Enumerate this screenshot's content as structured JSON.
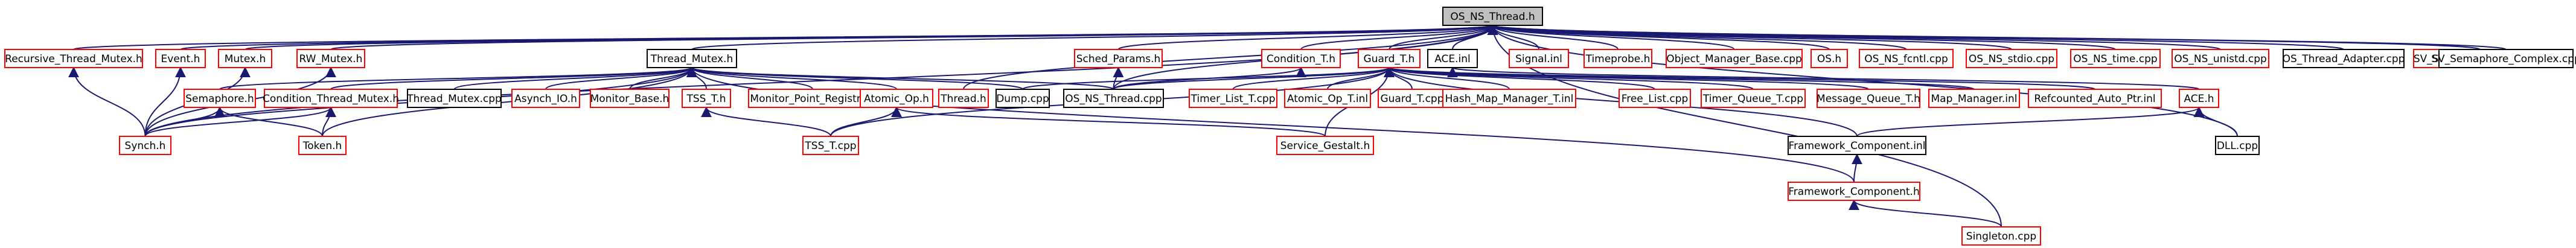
{
  "colors": {
    "edge": "#191970",
    "border_documented": "#ff0000",
    "border_undocumented": "#000000",
    "focus_fill": "#bfbfbf",
    "node_fill": "#ffffff"
  },
  "nodes": [
    {
      "id": "os_ns_thread_h",
      "label": "OS_NS_Thread.h",
      "style": "focus"
    },
    {
      "id": "recursive_thread_mutex_h",
      "label": "Recursive_Thread_Mutex.h",
      "style": "red"
    },
    {
      "id": "event_h",
      "label": "Event.h",
      "style": "red"
    },
    {
      "id": "mutex_h",
      "label": "Mutex.h",
      "style": "red"
    },
    {
      "id": "rw_mutex_h",
      "label": "RW_Mutex.h",
      "style": "red"
    },
    {
      "id": "thread_mutex_h",
      "label": "Thread_Mutex.h",
      "style": "black"
    },
    {
      "id": "sched_params_h",
      "label": "Sched_Params.h",
      "style": "red"
    },
    {
      "id": "condition_t_h",
      "label": "Condition_T.h",
      "style": "red"
    },
    {
      "id": "guard_t_h",
      "label": "Guard_T.h",
      "style": "red"
    },
    {
      "id": "ace_inl",
      "label": "ACE.inl",
      "style": "black"
    },
    {
      "id": "signal_inl",
      "label": "Signal.inl",
      "style": "red"
    },
    {
      "id": "timeprobe_h",
      "label": "Timeprobe.h",
      "style": "red"
    },
    {
      "id": "object_manager_base_cpp",
      "label": "Object_Manager_Base.cpp",
      "style": "red"
    },
    {
      "id": "os_h",
      "label": "OS.h",
      "style": "red"
    },
    {
      "id": "os_ns_fcntl_cpp",
      "label": "OS_NS_fcntl.cpp",
      "style": "red"
    },
    {
      "id": "os_ns_stdio_cpp",
      "label": "OS_NS_stdio.cpp",
      "style": "red"
    },
    {
      "id": "os_ns_time_cpp",
      "label": "OS_NS_time.cpp",
      "style": "red"
    },
    {
      "id": "os_ns_unistd_cpp",
      "label": "OS_NS_unistd.cpp",
      "style": "red"
    },
    {
      "id": "os_thread_adapter_cpp",
      "label": "OS_Thread_Adapter.cpp",
      "style": "black"
    },
    {
      "id": "sv_semaphore_simple_inl",
      "label": "SV_Semaphore_Simple.inl",
      "style": "red"
    },
    {
      "id": "sv_semaphore_complex_cpp",
      "label": "SV_Semaphore_Complex.cpp",
      "style": "black"
    },
    {
      "id": "semaphore_h",
      "label": "Semaphore.h",
      "style": "red"
    },
    {
      "id": "condition_thread_mutex_h",
      "label": "Condition_Thread_Mutex.h",
      "style": "red"
    },
    {
      "id": "thread_mutex_cpp",
      "label": "Thread_Mutex.cpp",
      "style": "black"
    },
    {
      "id": "asynch_io_h",
      "label": "Asynch_IO.h",
      "style": "red"
    },
    {
      "id": "monitor_base_h",
      "label": "Monitor_Base.h",
      "style": "red"
    },
    {
      "id": "tss_t_h",
      "label": "TSS_T.h",
      "style": "red"
    },
    {
      "id": "monitor_point_registry_h",
      "label": "Monitor_Point_Registry.h",
      "style": "red"
    },
    {
      "id": "atomic_op_h",
      "label": "Atomic_Op.h",
      "style": "red"
    },
    {
      "id": "thread_h",
      "label": "Thread.h",
      "style": "red"
    },
    {
      "id": "dump_cpp",
      "label": "Dump.cpp",
      "style": "black"
    },
    {
      "id": "os_ns_thread_cpp",
      "label": "OS_NS_Thread.cpp",
      "style": "black"
    },
    {
      "id": "timer_list_t_cpp",
      "label": "Timer_List_T.cpp",
      "style": "red"
    },
    {
      "id": "atomic_op_t_inl",
      "label": "Atomic_Op_T.inl",
      "style": "red"
    },
    {
      "id": "guard_t_cpp",
      "label": "Guard_T.cpp",
      "style": "red"
    },
    {
      "id": "hash_map_manager_t_inl",
      "label": "Hash_Map_Manager_T.inl",
      "style": "red"
    },
    {
      "id": "free_list_cpp",
      "label": "Free_List.cpp",
      "style": "red"
    },
    {
      "id": "timer_queue_t_cpp",
      "label": "Timer_Queue_T.cpp",
      "style": "red"
    },
    {
      "id": "message_queue_t_h",
      "label": "Message_Queue_T.h",
      "style": "red"
    },
    {
      "id": "map_manager_inl",
      "label": "Map_Manager.inl",
      "style": "red"
    },
    {
      "id": "refcounted_auto_ptr_inl",
      "label": "Refcounted_Auto_Ptr.inl",
      "style": "red"
    },
    {
      "id": "ace_h",
      "label": "ACE.h",
      "style": "red"
    },
    {
      "id": "synch_h",
      "label": "Synch.h",
      "style": "red"
    },
    {
      "id": "token_h",
      "label": "Token.h",
      "style": "red"
    },
    {
      "id": "tss_t_cpp",
      "label": "TSS_T.cpp",
      "style": "red"
    },
    {
      "id": "service_gestalt_h",
      "label": "Service_Gestalt.h",
      "style": "red"
    },
    {
      "id": "framework_component_inl",
      "label": "Framework_Component.inl",
      "style": "black"
    },
    {
      "id": "dll_cpp",
      "label": "DLL.cpp",
      "style": "black"
    },
    {
      "id": "framework_component_h",
      "label": "Framework_Component.h",
      "style": "red"
    },
    {
      "id": "singleton_cpp",
      "label": "Singleton.cpp",
      "style": "red"
    }
  ],
  "edges": [
    [
      "os_ns_thread_h",
      "recursive_thread_mutex_h"
    ],
    [
      "os_ns_thread_h",
      "event_h"
    ],
    [
      "os_ns_thread_h",
      "mutex_h"
    ],
    [
      "os_ns_thread_h",
      "rw_mutex_h"
    ],
    [
      "os_ns_thread_h",
      "thread_mutex_h"
    ],
    [
      "os_ns_thread_h",
      "sched_params_h"
    ],
    [
      "os_ns_thread_h",
      "condition_t_h"
    ],
    [
      "os_ns_thread_h",
      "guard_t_h"
    ],
    [
      "os_ns_thread_h",
      "ace_inl"
    ],
    [
      "os_ns_thread_h",
      "signal_inl"
    ],
    [
      "os_ns_thread_h",
      "timeprobe_h"
    ],
    [
      "os_ns_thread_h",
      "object_manager_base_cpp"
    ],
    [
      "os_ns_thread_h",
      "os_h"
    ],
    [
      "os_ns_thread_h",
      "os_ns_fcntl_cpp"
    ],
    [
      "os_ns_thread_h",
      "os_ns_stdio_cpp"
    ],
    [
      "os_ns_thread_h",
      "os_ns_time_cpp"
    ],
    [
      "os_ns_thread_h",
      "os_ns_unistd_cpp"
    ],
    [
      "os_ns_thread_h",
      "os_thread_adapter_cpp"
    ],
    [
      "os_ns_thread_h",
      "sv_semaphore_simple_inl"
    ],
    [
      "os_ns_thread_h",
      "sv_semaphore_complex_cpp"
    ],
    [
      "os_ns_thread_h",
      "thread_h"
    ],
    [
      "os_ns_thread_h",
      "os_ns_thread_cpp"
    ],
    [
      "os_ns_thread_h",
      "synch_h"
    ],
    [
      "os_ns_thread_h",
      "dll_cpp"
    ],
    [
      "recursive_thread_mutex_h",
      "synch_h"
    ],
    [
      "event_h",
      "synch_h"
    ],
    [
      "mutex_h",
      "synch_h"
    ],
    [
      "rw_mutex_h",
      "synch_h"
    ],
    [
      "thread_mutex_h",
      "semaphore_h"
    ],
    [
      "thread_mutex_h",
      "condition_thread_mutex_h"
    ],
    [
      "thread_mutex_h",
      "thread_mutex_cpp"
    ],
    [
      "thread_mutex_h",
      "asynch_io_h"
    ],
    [
      "thread_mutex_h",
      "monitor_base_h"
    ],
    [
      "thread_mutex_h",
      "tss_t_h"
    ],
    [
      "thread_mutex_h",
      "monitor_point_registry_h"
    ],
    [
      "thread_mutex_h",
      "atomic_op_h"
    ],
    [
      "thread_mutex_h",
      "dump_cpp"
    ],
    [
      "thread_mutex_h",
      "os_ns_thread_cpp"
    ],
    [
      "thread_mutex_h",
      "synch_h"
    ],
    [
      "thread_mutex_h",
      "token_h"
    ],
    [
      "thread_mutex_h",
      "framework_component_h"
    ],
    [
      "semaphore_h",
      "synch_h"
    ],
    [
      "semaphore_h",
      "token_h"
    ],
    [
      "condition_thread_mutex_h",
      "synch_h"
    ],
    [
      "condition_thread_mutex_h",
      "token_h"
    ],
    [
      "tss_t_h",
      "tss_t_cpp"
    ],
    [
      "atomic_op_h",
      "tss_t_cpp"
    ],
    [
      "atomic_op_h",
      "service_gestalt_h"
    ],
    [
      "sched_params_h",
      "os_ns_thread_cpp"
    ],
    [
      "condition_t_h",
      "os_ns_thread_cpp"
    ],
    [
      "guard_t_h",
      "dump_cpp"
    ],
    [
      "guard_t_h",
      "os_ns_thread_cpp"
    ],
    [
      "guard_t_h",
      "timer_list_t_cpp"
    ],
    [
      "guard_t_h",
      "atomic_op_t_inl"
    ],
    [
      "guard_t_h",
      "guard_t_cpp"
    ],
    [
      "guard_t_h",
      "hash_map_manager_t_inl"
    ],
    [
      "guard_t_h",
      "free_list_cpp"
    ],
    [
      "guard_t_h",
      "timer_queue_t_cpp"
    ],
    [
      "guard_t_h",
      "message_queue_t_h"
    ],
    [
      "guard_t_h",
      "map_manager_inl"
    ],
    [
      "guard_t_h",
      "refcounted_auto_ptr_inl"
    ],
    [
      "guard_t_h",
      "tss_t_cpp"
    ],
    [
      "guard_t_h",
      "service_gestalt_h"
    ],
    [
      "guard_t_h",
      "framework_component_inl"
    ],
    [
      "ace_inl",
      "ace_h"
    ],
    [
      "ace_h",
      "framework_component_inl"
    ],
    [
      "ace_h",
      "dll_cpp"
    ],
    [
      "framework_component_inl",
      "framework_component_h"
    ],
    [
      "framework_component_h",
      "singleton_cpp"
    ],
    [
      "os_ns_thread_h",
      "singleton_cpp"
    ]
  ]
}
